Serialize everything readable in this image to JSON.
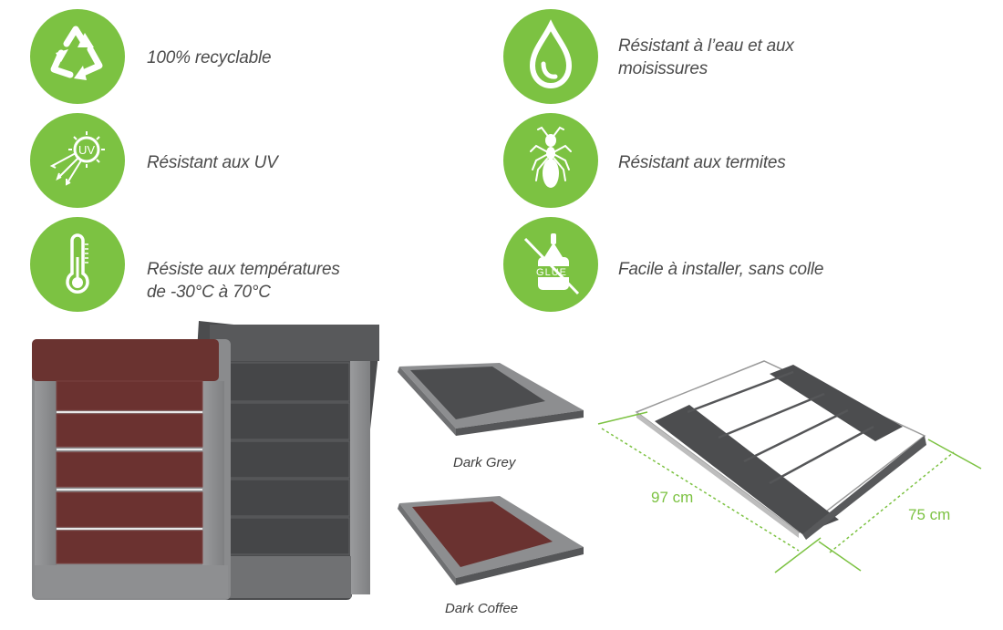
{
  "features": [
    {
      "icon": "recycle-icon",
      "lines": [
        "100% recyclable"
      ]
    },
    {
      "icon": "water-drop-icon",
      "lines": [
        "Résistant à l’eau et aux",
        "moisissures"
      ]
    },
    {
      "icon": "uv-sun-icon",
      "lines": [
        "Résistant aux UV"
      ]
    },
    {
      "icon": "termite-icon",
      "lines": [
        "Résistant aux termites"
      ]
    },
    {
      "icon": "thermometer-icon",
      "lines": [
        "Résiste aux températures",
        "de -30°C à 70°C"
      ]
    },
    {
      "icon": "no-glue-icon",
      "glue_label": "GLUE",
      "lines": [
        "Facile à installer, sans colle"
      ]
    }
  ],
  "products": {
    "dark_grey_caption": "Dark Grey",
    "dark_coffee_caption": "Dark Coffee"
  },
  "dimensions": {
    "length": "97 cm",
    "width": "75 cm"
  },
  "colors": {
    "accent_green": "#7cc242",
    "coffee": "#6b3230",
    "dark_grey": "#4a4b4d",
    "frame_grey": "#8c8d8f"
  }
}
